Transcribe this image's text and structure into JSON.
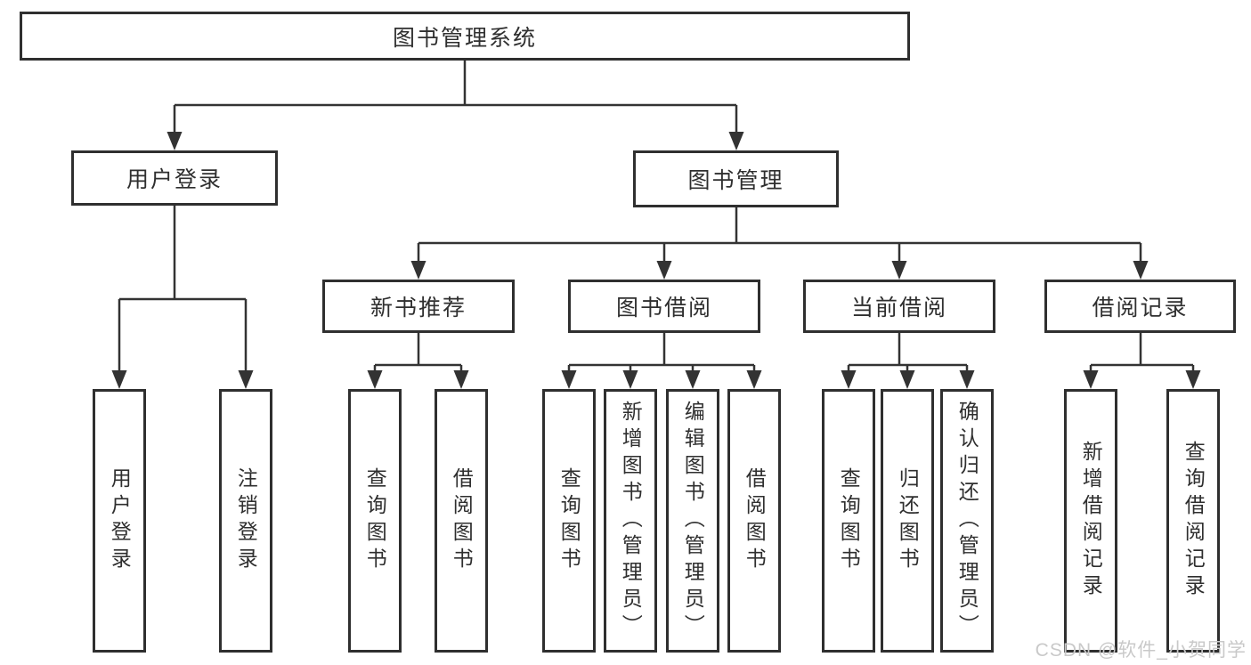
{
  "diagram": {
    "root": "图书管理系统",
    "branches": [
      {
        "label": "用户登录",
        "children": [
          {
            "label": "用户登录"
          },
          {
            "label": "注销登录"
          }
        ]
      },
      {
        "label": "图书管理",
        "children": [
          {
            "label": "新书推荐",
            "children": [
              {
                "label": "查询图书"
              },
              {
                "label": "借阅图书"
              }
            ]
          },
          {
            "label": "图书借阅",
            "children": [
              {
                "label": "查询图书"
              },
              {
                "label": "新增图书（管理员）"
              },
              {
                "label": "编辑图书（管理员）"
              },
              {
                "label": "借阅图书"
              }
            ]
          },
          {
            "label": "当前借阅",
            "children": [
              {
                "label": "查询图书"
              },
              {
                "label": "归还图书"
              },
              {
                "label": "确认归还（管理员）"
              }
            ]
          },
          {
            "label": "借阅记录",
            "children": [
              {
                "label": "新增借阅记录"
              },
              {
                "label": "查询借阅记录"
              }
            ]
          }
        ]
      }
    ]
  },
  "watermark": {
    "text": "CSDN @软件_小贺同学"
  },
  "colors": {
    "background": "#ffffff",
    "line": "#333333",
    "border": "#2f2f2f",
    "text": "#2f2f2f",
    "watermark": "#c9c9c9"
  }
}
